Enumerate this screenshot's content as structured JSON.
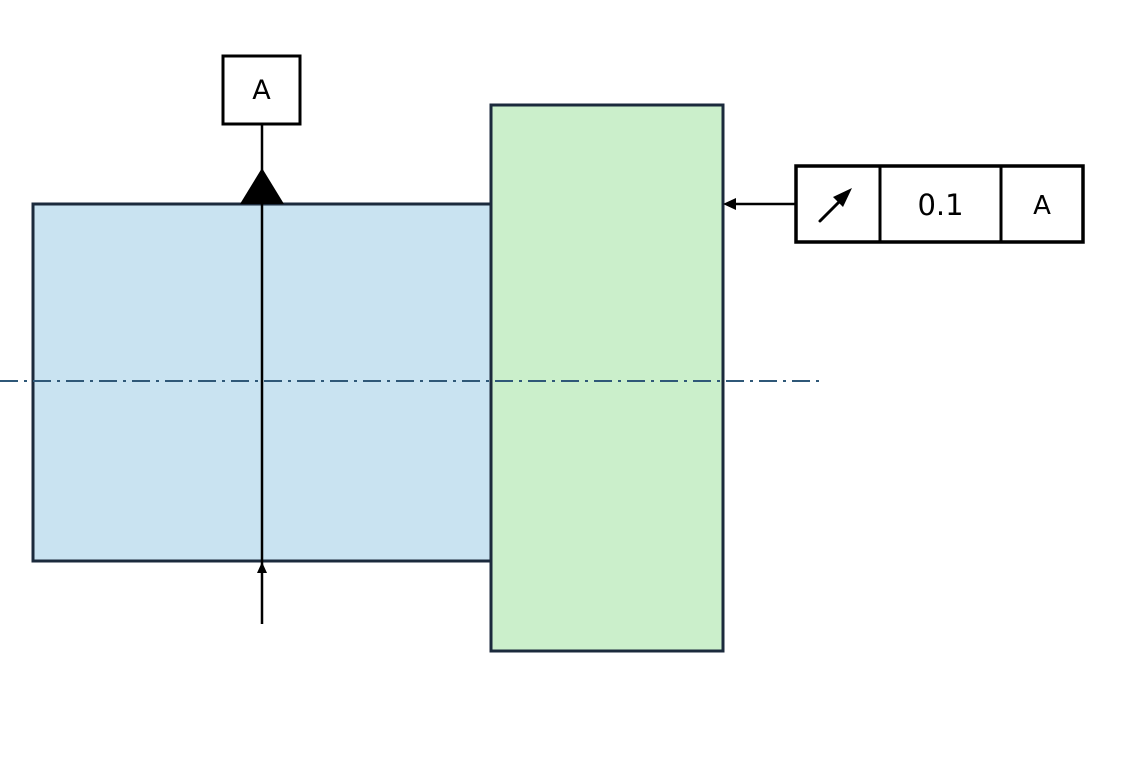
{
  "datum_label": "A",
  "feature_control_frame": {
    "symbol_icon": "circular-runout-arrow-icon",
    "tolerance": "0.1",
    "datum_reference": "A"
  },
  "colors": {
    "shaft_fill": "#c9e3f1",
    "flange_fill": "#cbefcb",
    "outline": "#1b2a3c",
    "centerline": "#2f5878",
    "ink": "#000000"
  }
}
